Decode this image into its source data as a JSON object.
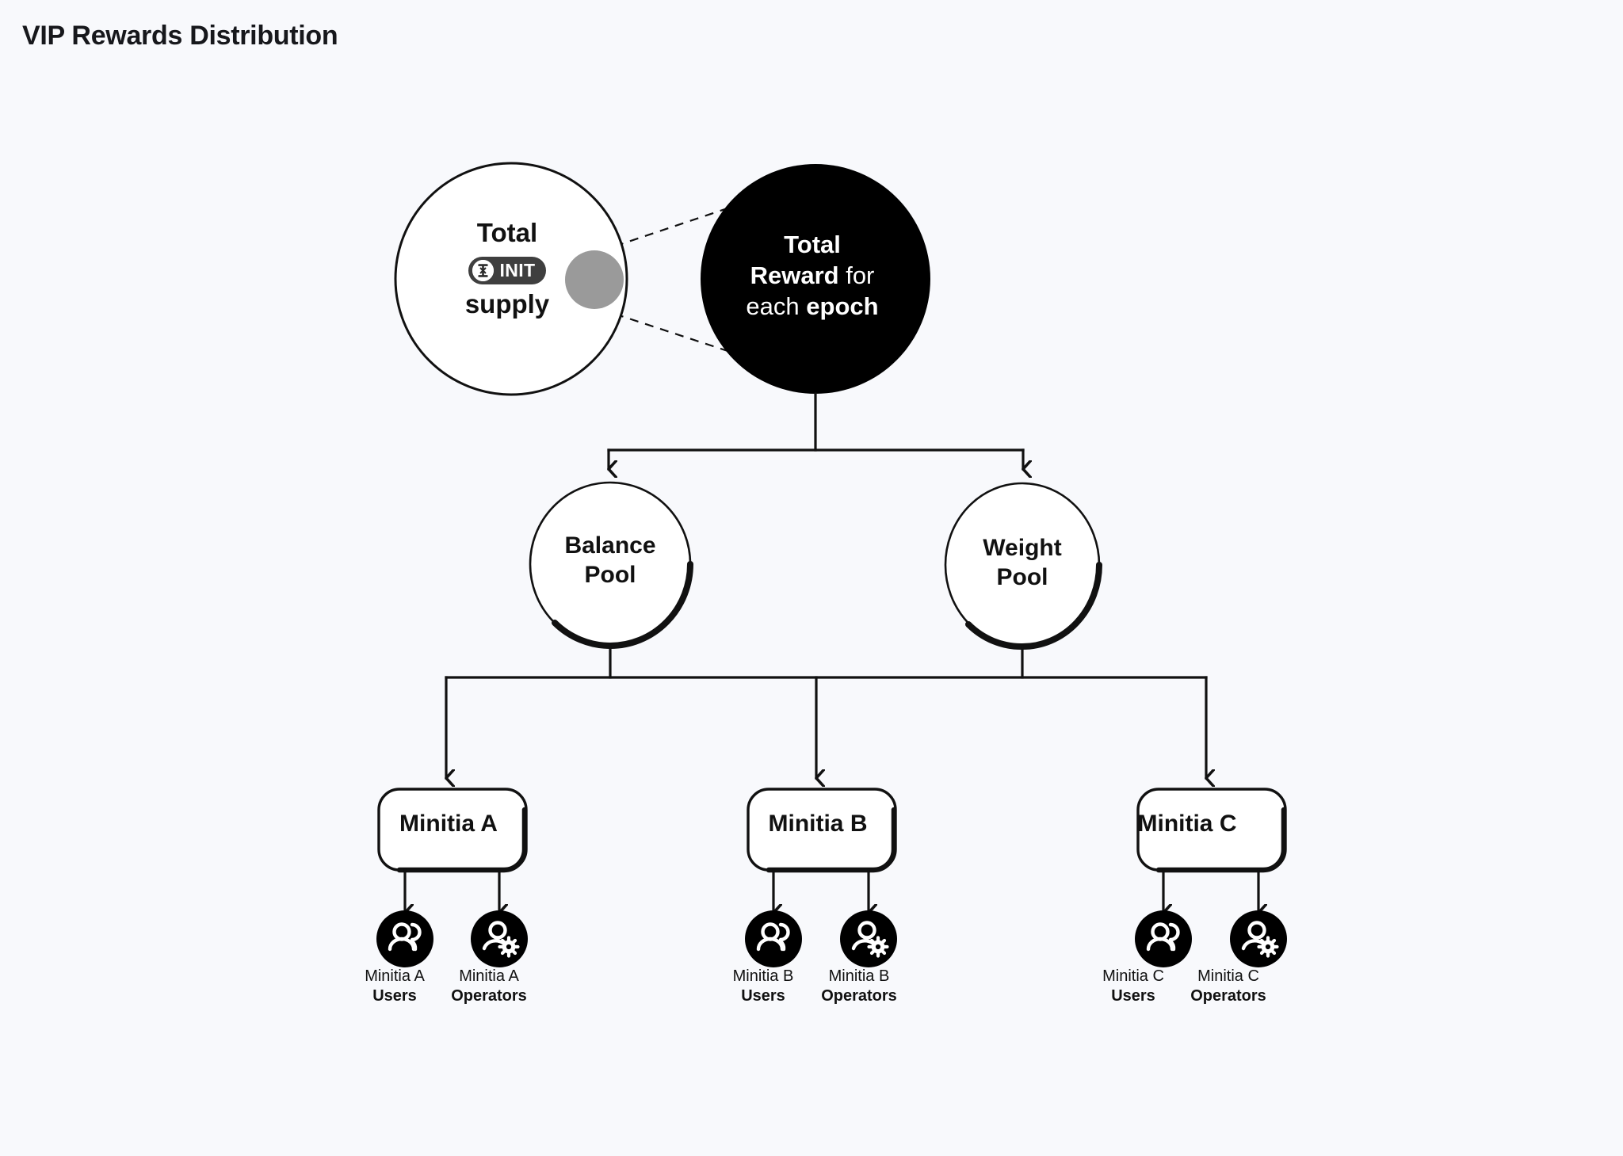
{
  "title": "VIP Rewards Distribution",
  "colors": {
    "background": "#f8f9fc",
    "ink": "#111111",
    "epoch_circle_fill": "#000000",
    "epoch_circle_text": "#ffffff",
    "supply_circle_fill": "#ffffff",
    "supply_circle_stroke": "#111111",
    "highlight_dot": "#9a9a9a",
    "badge_fill": "#3f3f3f",
    "badge_text": "#ffffff",
    "leaf_icon_fill": "#000000",
    "leaf_icon_glyph": "#ffffff"
  },
  "nodes": {
    "total_supply": {
      "line1": "Total",
      "badge_label": "INIT",
      "line3": "supply",
      "shape": "circle",
      "icon": "init-token-icon"
    },
    "total_reward": {
      "line1": "Total",
      "line2_bold": "Reward",
      "line2_rest": "for",
      "line3_rest": "each",
      "line3_bold": "epoch",
      "shape": "circle"
    },
    "pools": [
      {
        "id": "balance-pool",
        "line1": "Balance",
        "line2": "Pool",
        "shape": "ellipse"
      },
      {
        "id": "weight-pool",
        "line1": "Weight",
        "line2": "Pool",
        "shape": "ellipse"
      }
    ],
    "minitias": [
      {
        "id": "minitia-a",
        "label": "Minitia A",
        "shape": "rounded-rect"
      },
      {
        "id": "minitia-b",
        "label": "Minitia B",
        "shape": "rounded-rect"
      },
      {
        "id": "minitia-c",
        "label": "Minitia C",
        "shape": "rounded-rect"
      }
    ],
    "leaves": [
      {
        "id": "minitia-a-users",
        "top": "Minitia A",
        "bottom": "Users",
        "icon": "users-icon"
      },
      {
        "id": "minitia-a-operators",
        "top": "Minitia A",
        "bottom": "Operators",
        "icon": "user-gear-icon"
      },
      {
        "id": "minitia-b-users",
        "top": "Minitia B",
        "bottom": "Users",
        "icon": "users-icon"
      },
      {
        "id": "minitia-b-operators",
        "top": "Minitia B",
        "bottom": "Operators",
        "icon": "user-gear-icon"
      },
      {
        "id": "minitia-c-users",
        "top": "Minitia C",
        "bottom": "Users",
        "icon": "users-icon"
      },
      {
        "id": "minitia-c-operators",
        "top": "Minitia C",
        "bottom": "Operators",
        "icon": "user-gear-icon"
      }
    ]
  },
  "edges": {
    "callout_style": "dashed",
    "flow_style": "solid-arrow",
    "reward_to_pools": [
      "balance-pool",
      "weight-pool"
    ],
    "pools_to_minitias": [
      "minitia-a",
      "minitia-b",
      "minitia-c"
    ],
    "minitia_to_leaves": [
      "users",
      "operators"
    ]
  }
}
